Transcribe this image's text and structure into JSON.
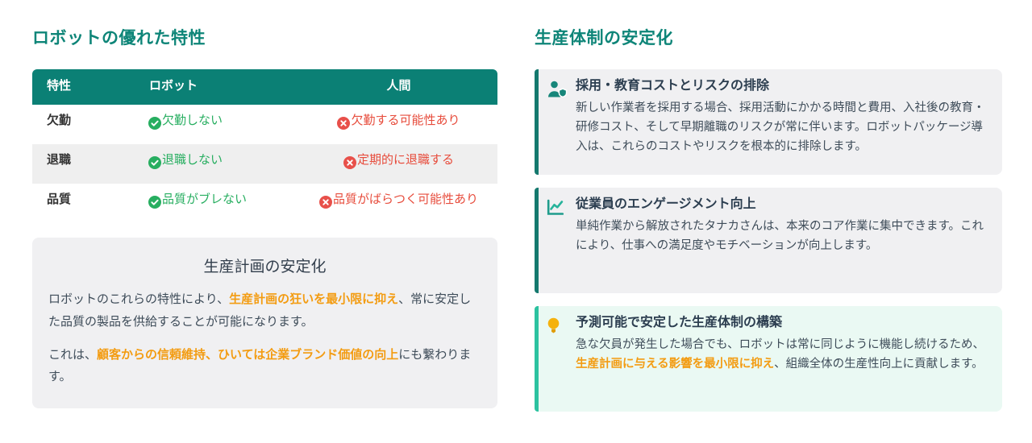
{
  "colors": {
    "accent_teal": "#0E8578",
    "table_header_bg": "#0B8075",
    "card_border_teal": "#15796E",
    "card_border_mint": "#2CC2A0",
    "card_bg_gray": "#F0F0F2",
    "card_bg_mint": "#EAF9F3",
    "row_alt_bg": "#EFEFEF",
    "positive_green": "#27AE60",
    "negative_red": "#E74C3C",
    "highlight_orange": "#F39C12",
    "body_text": "#3E4C59"
  },
  "left": {
    "title": "ロボットの優れた特性",
    "table": {
      "headers": [
        "特性",
        "ロボット",
        "人間"
      ],
      "rows": [
        {
          "label": "欠勤",
          "robot": "欠勤しない",
          "robot_icon": "check-circle-icon",
          "human": "欠勤する可能性あり",
          "human_icon": "x-circle-icon"
        },
        {
          "label": "退職",
          "robot": "退職しない",
          "robot_icon": "check-circle-icon",
          "human": "定期的に退職する",
          "human_icon": "x-circle-icon"
        },
        {
          "label": "品質",
          "robot": "品質がブレない",
          "robot_icon": "check-circle-icon",
          "human": "品質がばらつく可能性あり",
          "human_icon": "x-circle-icon"
        }
      ]
    },
    "summary": {
      "title": "生産計画の安定化",
      "p1": {
        "pre": "ロボットのこれらの特性により、",
        "highlight": "生産計画の狂いを最小限に抑え",
        "post": "、常に安定した品質の製品を供給することが可能になります。"
      },
      "p2": {
        "pre": "これは、",
        "highlight": "顧客からの信頼維持、ひいては企業ブランド価値の向上",
        "post": "にも繋わります。"
      }
    }
  },
  "right": {
    "title": "生産体制の安定化",
    "cards": [
      {
        "icon": "user-shield-icon",
        "title": "採用・教育コストとリスクの排除",
        "body": {
          "pre": "新しい作業者を採用する場合、採用活動にかかる時間と費用、入社後の教育・研修コスト、そして早期離職のリスクが常に伴います。ロボットパッケージ導入は、これらのコストやリスクを根本的に排除します。",
          "highlight": "",
          "post": ""
        }
      },
      {
        "icon": "chart-line-icon",
        "title": "従業員のエンゲージメント向上",
        "body": {
          "pre": "単純作業から解放されたタナカさんは、本来のコア作業に集中できます。これにより、仕事への満足度やモチベーションが向上します。",
          "highlight": "",
          "post": ""
        }
      },
      {
        "icon": "lightbulb-icon",
        "title": "予測可能で安定した生産体制の構築",
        "body": {
          "pre": "急な欠員が発生した場合でも、ロボットは常に同じように機能し続けるため、",
          "highlight": "生産計画に与える影響を最小限に抑え",
          "post": "、組織全体の生産性向上に貢献します。"
        }
      }
    ]
  }
}
